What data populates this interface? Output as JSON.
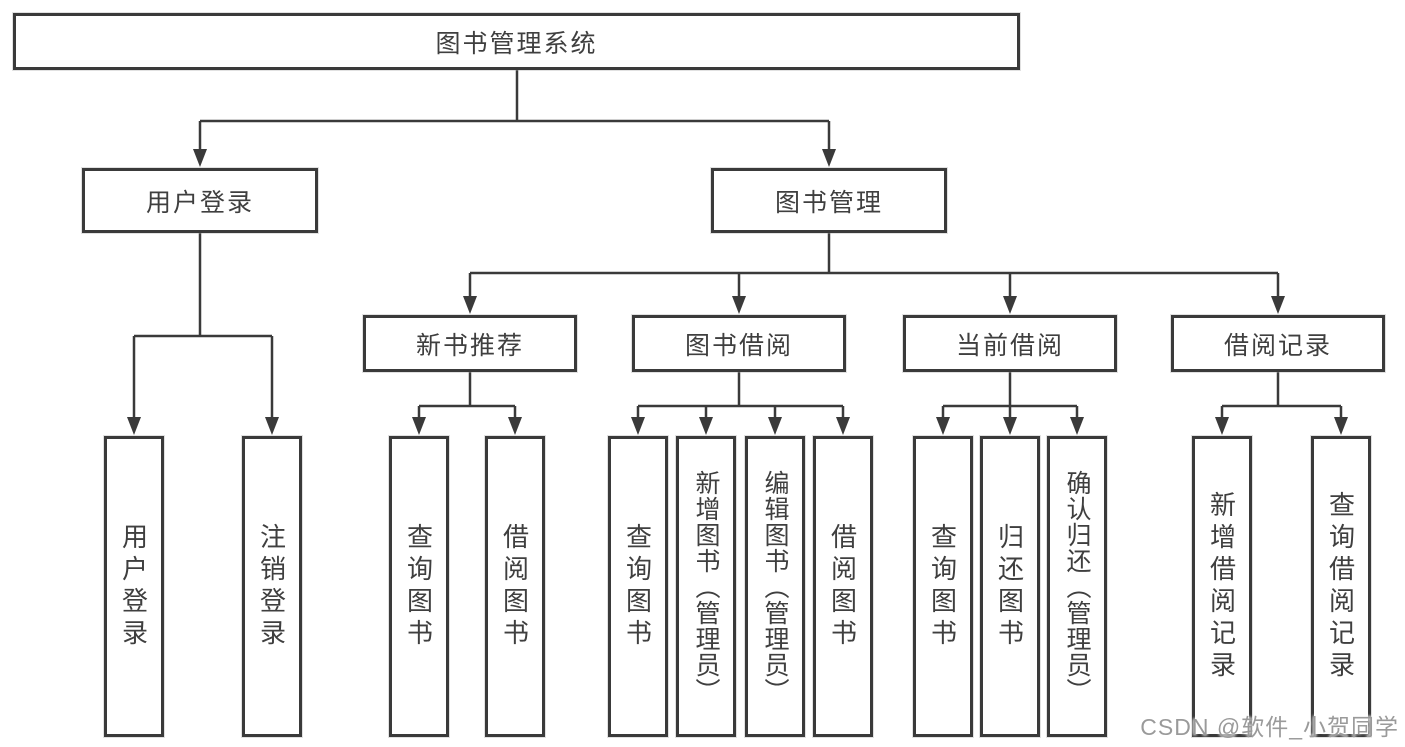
{
  "diagram_title": "图书管理系统",
  "nodes": {
    "root": "图书管理系统",
    "login": "用户登录",
    "management": "图书管理",
    "login_children": [
      "用户登录",
      "注销登录"
    ],
    "modules": [
      "新书推荐",
      "图书借阅",
      "当前借阅",
      "借阅记录"
    ],
    "recommend_children": [
      "查询图书",
      "借阅图书"
    ],
    "borrow_children": [
      "查询图书",
      "新增图书（管理员）",
      "编辑图书（管理员）",
      "借阅图书"
    ],
    "current_children": [
      "查询图书",
      "归还图书",
      "确认归还（管理员）"
    ],
    "records_children": [
      "新增借阅记录",
      "查询借阅记录"
    ]
  },
  "watermark": "CSDN @软件_小贺同学",
  "colors": {
    "line": "#3a3a3a",
    "text": "#3f3f3f",
    "background": "#ffffff",
    "watermark": "#9a9a9a"
  }
}
